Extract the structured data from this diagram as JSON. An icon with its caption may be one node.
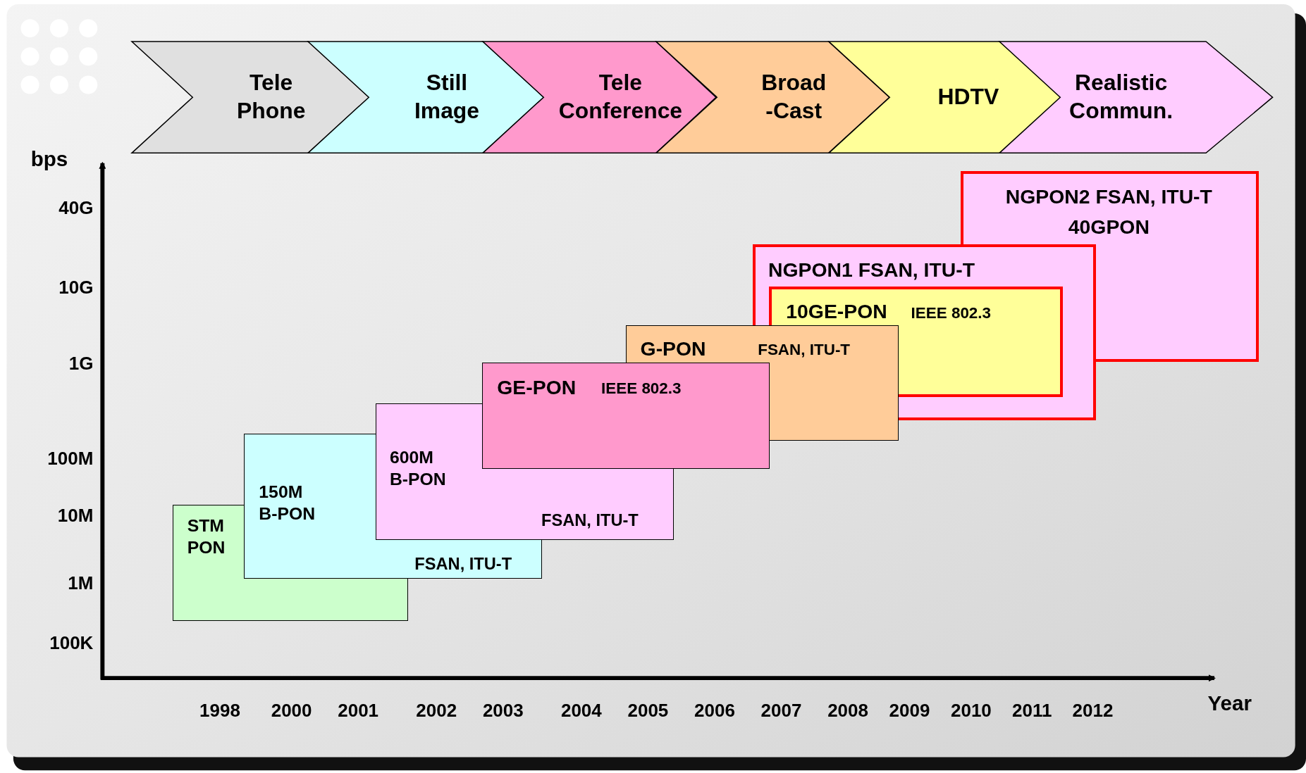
{
  "diagram": {
    "nodes": [
      {
        "text": [
          "Tele Phone"
        ]
      },
      {
        "text": [
          "Still Image"
        ]
      },
      {
        "text": [
          "Tele Conference"
        ]
      },
      {
        "text": [
          "Broad -Cast"
        ]
      },
      {
        "text": [
          "HDTV"
        ]
      },
      {
        "text": [
          "Realistic Commun."
        ]
      },
      {
        "text": [
          "STM PON"
        ]
      },
      {
        "text": [
          "150M B-PON",
          "FSAN, ITU-T"
        ]
      },
      {
        "text": [
          "600M B-PON",
          "FSAN, ITU-T"
        ]
      },
      {
        "text": [
          "GE-PON",
          "IEEE 802.3"
        ]
      },
      {
        "text": [
          "G-PON",
          "FSAN, ITU-T"
        ]
      },
      {
        "text": [
          "NGPON2 FSAN, ITU-T",
          "40GPON"
        ]
      },
      {
        "text": [
          "NGPON1 FSAN, ITU-T"
        ]
      },
      {
        "text": [
          "10GE-PON",
          "IEEE 802.3"
        ],
        "in": 12
      }
    ],
    "edges": [],
    "labels": [
      "bps",
      "40G",
      "10G",
      "1G",
      "100M",
      "10M",
      "1M",
      "100K",
      "1998",
      "2000",
      "2001",
      "2002",
      "2003",
      "2004",
      "2005",
      "2006",
      "2007",
      "2008",
      "2009",
      "2010",
      "2011",
      "2012",
      "Year"
    ]
  }
}
